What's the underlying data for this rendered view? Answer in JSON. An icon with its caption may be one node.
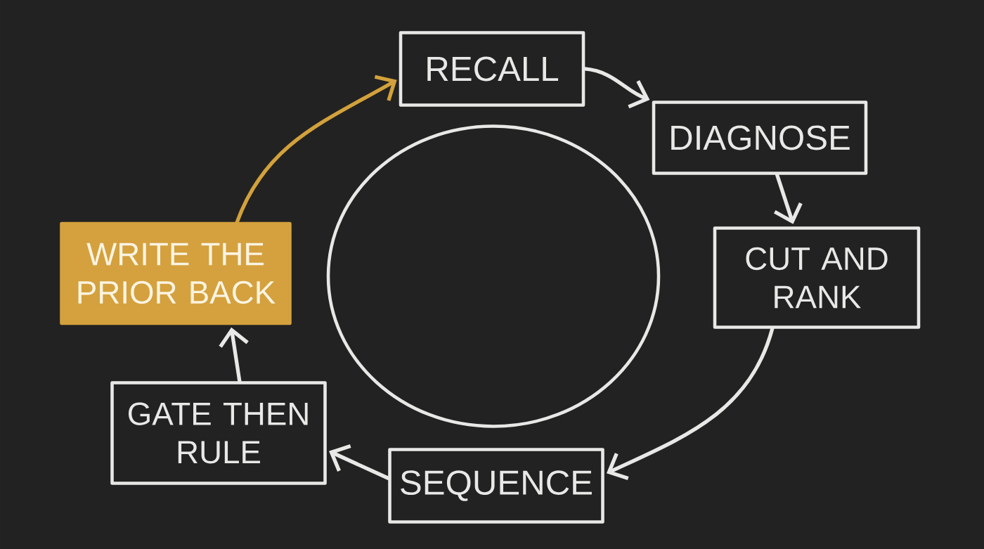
{
  "diagram": {
    "nodes": [
      {
        "text": [
          "RECALL"
        ]
      },
      {
        "text": [
          "DIAGNOSE"
        ]
      },
      {
        "text": [
          "CUT AND RANK"
        ]
      },
      {
        "text": [
          "SEQUENCE"
        ]
      },
      {
        "text": [
          "GATE THEN RULE"
        ]
      },
      {
        "text": [
          "WRITE THE PRIOR BACK"
        ]
      },
      {
        "text": [],
        "shape": "circle"
      }
    ],
    "edges": [
      {
        "from": 0,
        "to": 1,
        "arrow": "to"
      },
      {
        "from": 1,
        "to": 2,
        "arrow": "to"
      },
      {
        "from": 2,
        "to": 3,
        "arrow": "to"
      },
      {
        "from": 3,
        "to": 4,
        "arrow": "to"
      },
      {
        "from": 4,
        "to": 5,
        "arrow": "to"
      },
      {
        "from": 5,
        "to": 0,
        "arrow": "to",
        "color": "#d3a13b"
      }
    ]
  }
}
